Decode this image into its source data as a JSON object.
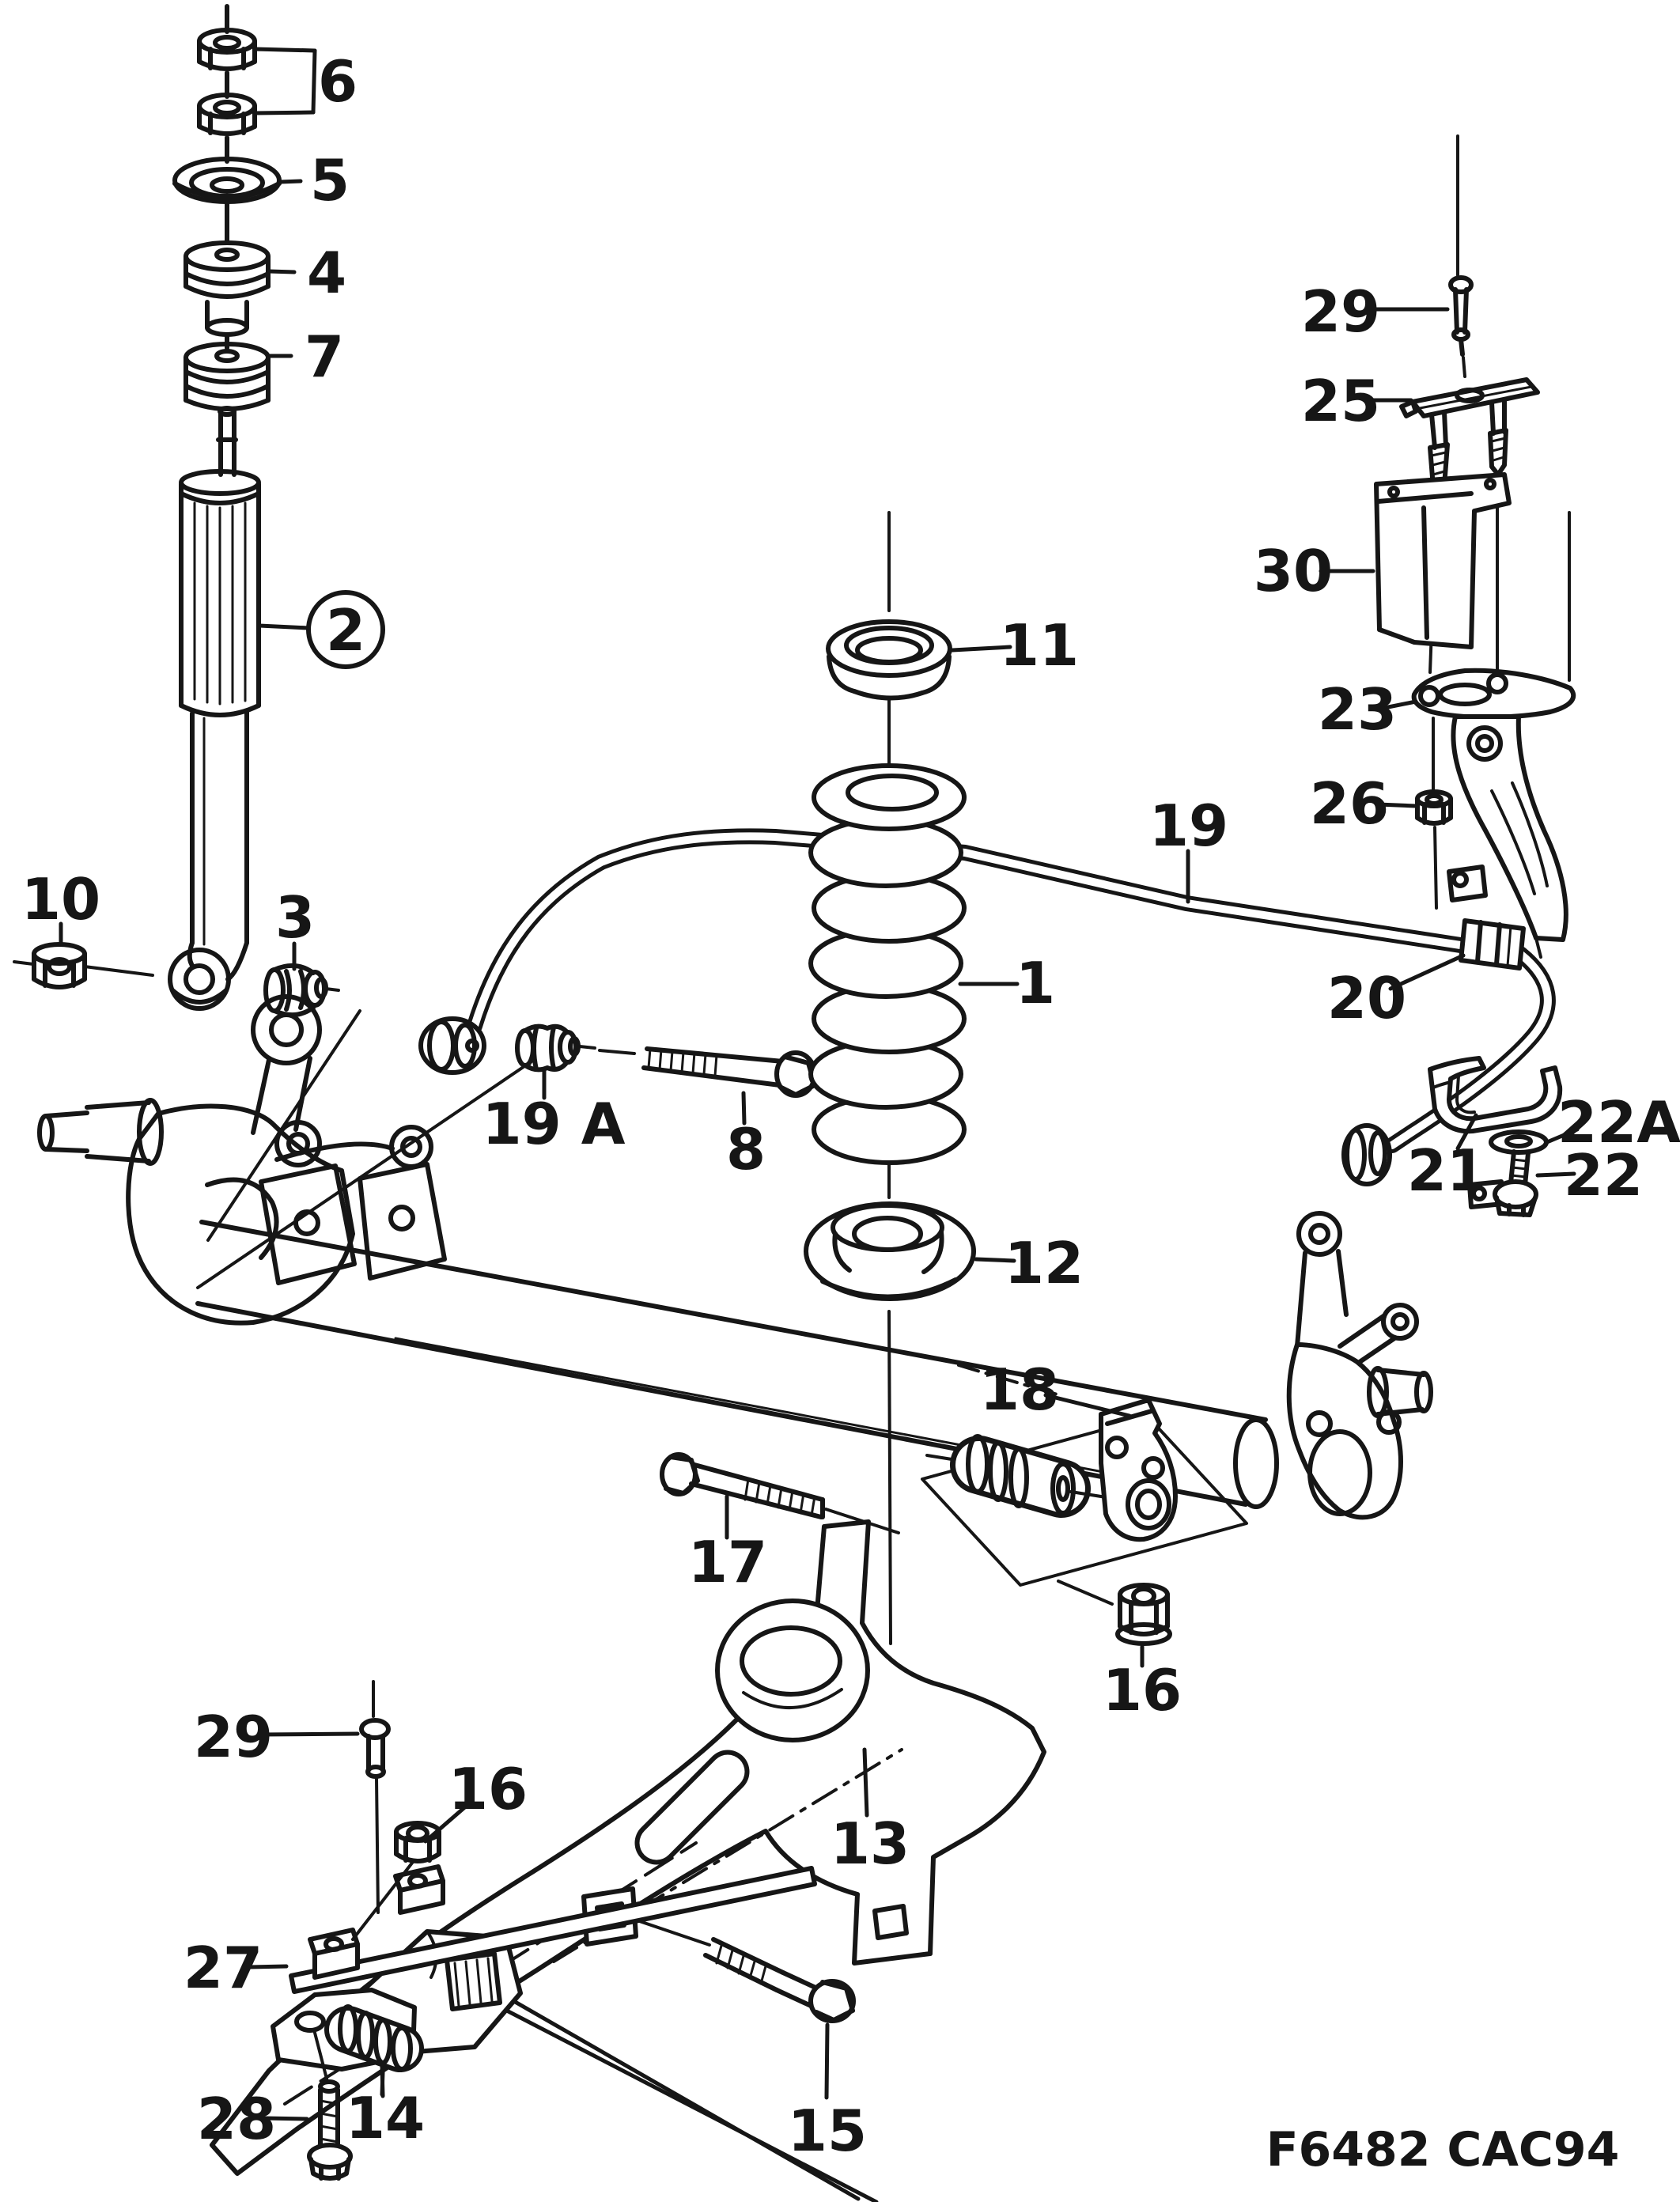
{
  "diagram": {
    "figure_code": "F6482 CAC94",
    "ink_color": "#161616",
    "paper_color": "#ffffff",
    "description": "Exploded parts line diagram of a rear suspension: coil spring, shock absorber, anti-roll bar, trailing arm, axle and mounting hardware"
  },
  "callouts": [
    {
      "label": "6"
    },
    {
      "label": "5"
    },
    {
      "label": "4"
    },
    {
      "label": "7"
    },
    {
      "label": "2",
      "circled": true
    },
    {
      "label": "10"
    },
    {
      "label": "3"
    },
    {
      "label": "19 A"
    },
    {
      "label": "8"
    },
    {
      "label": "11"
    },
    {
      "label": "1"
    },
    {
      "label": "12"
    },
    {
      "label": "19"
    },
    {
      "label": "20"
    },
    {
      "label": "23"
    },
    {
      "label": "26"
    },
    {
      "label": "29"
    },
    {
      "label": "25"
    },
    {
      "label": "30"
    },
    {
      "label": "22A"
    },
    {
      "label": "21"
    },
    {
      "label": "22"
    },
    {
      "label": "18"
    },
    {
      "label": "16"
    },
    {
      "label": "17"
    },
    {
      "label": "13"
    },
    {
      "label": "29"
    },
    {
      "label": "16"
    },
    {
      "label": "27"
    },
    {
      "label": "28"
    },
    {
      "label": "14"
    },
    {
      "label": "15"
    }
  ]
}
